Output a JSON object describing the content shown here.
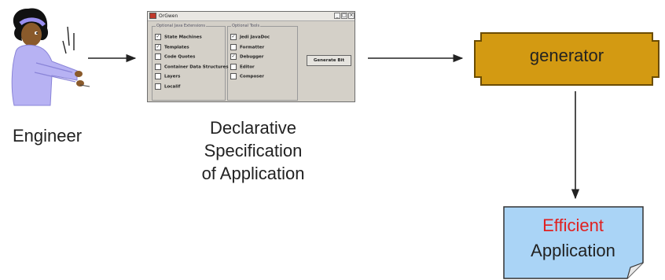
{
  "engineer": {
    "label": "Engineer",
    "icon": "engineer-figure-icon"
  },
  "app_window": {
    "title": "OrGwen",
    "group_java": {
      "legend": "Optional Java Extensions",
      "items": [
        {
          "label": "State Machines",
          "checked": true
        },
        {
          "label": "Templates",
          "checked": true
        },
        {
          "label": "Code Quotes",
          "checked": false
        },
        {
          "label": "Container Data Structures",
          "checked": false
        },
        {
          "label": "Layers",
          "checked": false
        },
        {
          "label": "Localif",
          "checked": false
        }
      ]
    },
    "group_tools": {
      "legend": "Optional Tools",
      "items": [
        {
          "label": "Jedi JavaDoc",
          "checked": true
        },
        {
          "label": "Formatter",
          "checked": false
        },
        {
          "label": "Debugger",
          "checked": true
        },
        {
          "label": "Editor",
          "checked": false
        },
        {
          "label": "Composer",
          "checked": false
        }
      ]
    },
    "button": "Generate Bit",
    "min_symbol": "_",
    "max_symbol": "□",
    "close_symbol": "×"
  },
  "spec_label": [
    "Declarative",
    "Specification",
    "of Application"
  ],
  "generator": {
    "label": "generator",
    "fill": "#d39a12"
  },
  "document": {
    "line1": "Efficient",
    "line2": "Application",
    "fill": "#aad4f6",
    "accent": "#e02020"
  }
}
